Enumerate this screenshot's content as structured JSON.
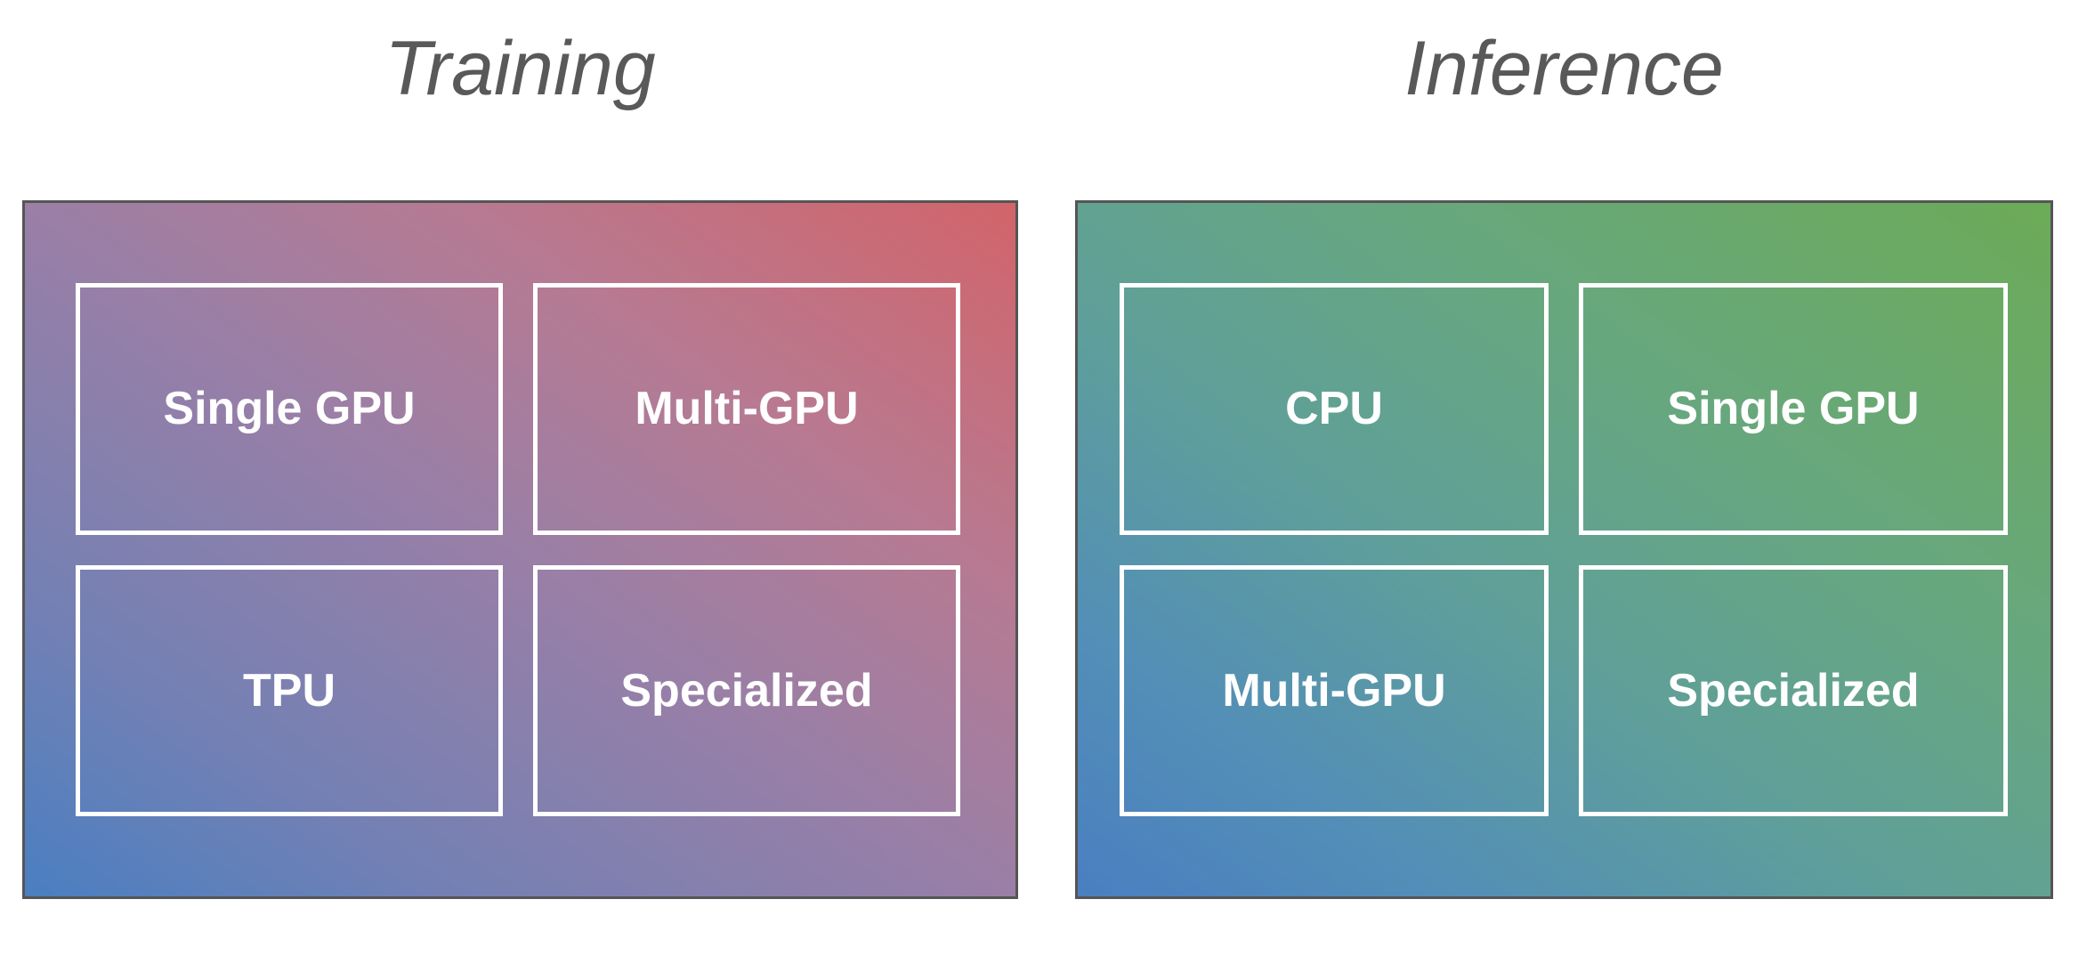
{
  "figure": {
    "background_color": "#ffffff",
    "panel_border_color": "#555555",
    "cell_border_color": "#ffffff",
    "label_color": "#ffffff",
    "title_color": "#595959"
  },
  "panels": [
    {
      "title": "Training",
      "gradient_from": "#4a7fc1",
      "gradient_to": "#d2646a",
      "cells": [
        {
          "label": "Single GPU"
        },
        {
          "label": "Multi-GPU"
        },
        {
          "label": "TPU"
        },
        {
          "label": "Specialized"
        }
      ]
    },
    {
      "title": "Inference",
      "gradient_from": "#4a7fc1",
      "gradient_to": "#6cab57",
      "cells": [
        {
          "label": "CPU"
        },
        {
          "label": "Single GPU"
        },
        {
          "label": "Multi-GPU"
        },
        {
          "label": "Specialized"
        }
      ]
    }
  ]
}
